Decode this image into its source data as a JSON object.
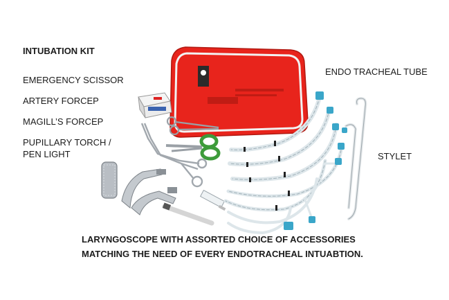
{
  "title": "INTUBATION KIT",
  "items": {
    "scissor": "EMERGENCY SCISSOR",
    "artery_forcep": "ARTERY FORCEP",
    "magill_forcep": "MAGILL’S FORCEP",
    "torch_line1": "PUPILLARY TORCH /",
    "torch_line2": "PEN LIGHT",
    "endo_tube": "ENDO TRACHEAL TUBE",
    "stylet": "STYLET"
  },
  "caption": {
    "line1": "LARYNGOSCOPE WITH ASSORTED CHOICE OF ACCESSORIES",
    "line2": "MATCHING THE NEED OF EVERY ENDOTRACHEAL INTUABTION."
  },
  "colors": {
    "bag": "#e8241c",
    "zipper": "#f2f2f2",
    "metal": "#b9bec4",
    "tube": "#dde6ea",
    "connector": "#3aa6c9",
    "scissor_grip": "#3d9b3a"
  }
}
